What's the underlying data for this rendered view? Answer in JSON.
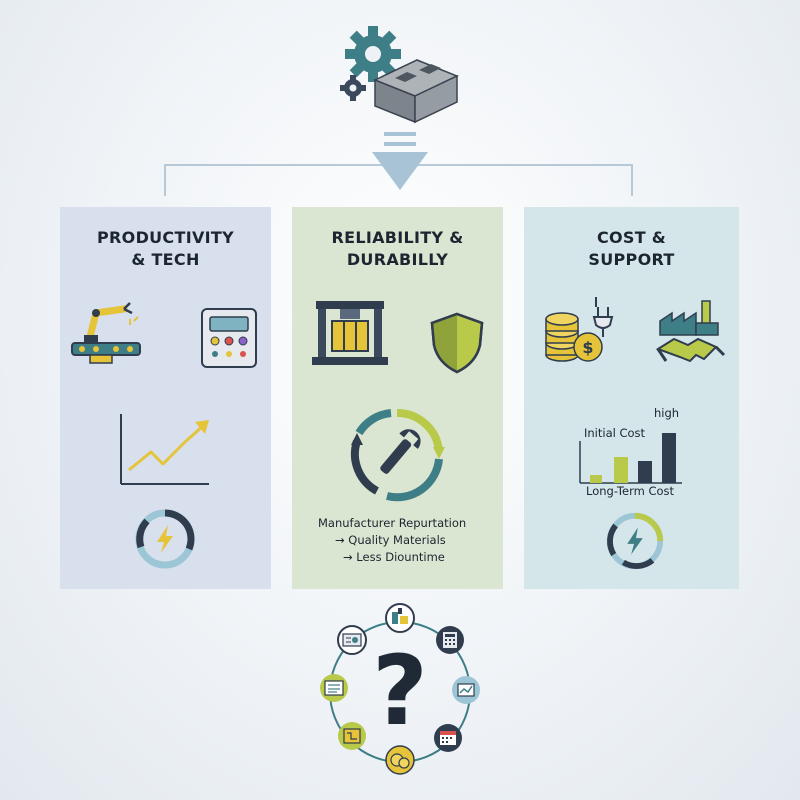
{
  "panels": {
    "productivity": {
      "title_line1": "PRODUCTIVITY",
      "title_line2": "& TECH"
    },
    "reliability": {
      "title_line1": "RELIABILITY &",
      "title_line2": "DURABILLY",
      "caption_line1": "Manufacturer Repurtation",
      "caption_line2": "→ Quality Materials",
      "caption_line3": "→ Less Diountime"
    },
    "cost": {
      "title_line1": "COST &",
      "title_line2": "SUPPORT",
      "chart_high_label": "high",
      "chart_initial_label": "Initial Cost",
      "chart_longterm_label": "Long-Term Cost"
    }
  },
  "footer": {
    "question_symbol": "?"
  },
  "colors": {
    "navy": "#2f3d4e",
    "teal": "#3f7f88",
    "lime": "#b9c94a",
    "yellow": "#e6c43a",
    "light_blue": "#9cc6d6",
    "gray": "#8e959c"
  }
}
